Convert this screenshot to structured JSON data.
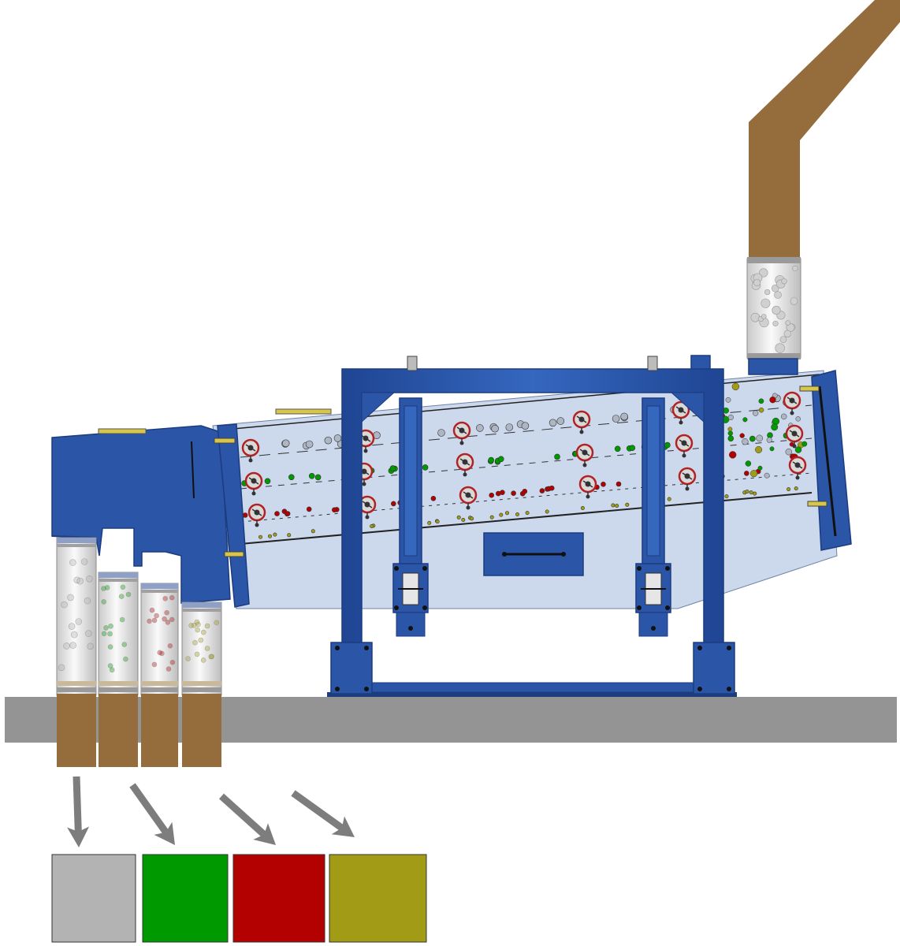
{
  "diagram": {
    "type": "vibrating-screen-separator",
    "screen_decks": 3,
    "outlets": 4,
    "fractions": [
      {
        "color": "#b3b3b3"
      },
      {
        "color": "#009900"
      },
      {
        "color": "#b30000"
      },
      {
        "color": "#a19b16"
      }
    ]
  },
  "colors": {
    "frame_blue": "#2b55a6",
    "frame_blue_dark": "#1c3c80",
    "housing_fill": "#ccd8ec",
    "chute_brown": "#956d3c",
    "floor_gray": "#949494",
    "arrow_gray": "#7d7d7d",
    "sleeve_gray": "#e4e4e4",
    "brush_red": "#b22222"
  },
  "icons": {
    "arrow": "arrow-down-right-icon",
    "brush": "ball-tray-cleaner-icon",
    "motor": "vibration-motor-icon"
  }
}
